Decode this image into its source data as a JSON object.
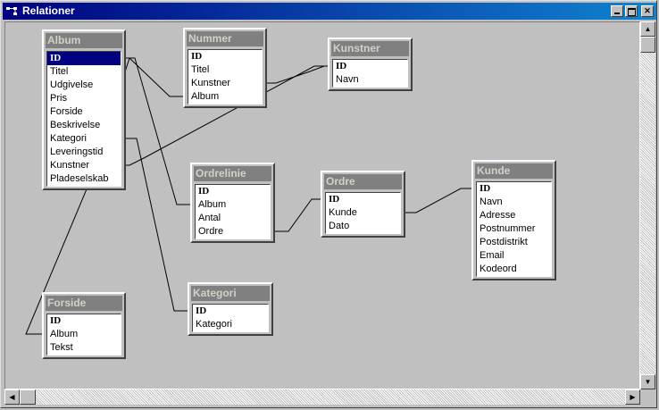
{
  "window": {
    "title": "Relationer"
  },
  "tables": [
    {
      "id": "album",
      "name": "Album",
      "fields": [
        "ID",
        "Titel",
        "Udgivelse",
        "Pris",
        "Forside",
        "Beskrivelse",
        "Kategori",
        "Leveringstid",
        "Kunstner",
        "Pladeselskab"
      ],
      "selected_field": "ID"
    },
    {
      "id": "nummer",
      "name": "Nummer",
      "fields": [
        "ID",
        "Titel",
        "Kunstner",
        "Album"
      ]
    },
    {
      "id": "kunstner",
      "name": "Kunstner",
      "fields": [
        "ID",
        "Navn"
      ]
    },
    {
      "id": "ordrelinie",
      "name": "Ordrelinie",
      "fields": [
        "ID",
        "Album",
        "Antal",
        "Ordre"
      ]
    },
    {
      "id": "ordre",
      "name": "Ordre",
      "fields": [
        "ID",
        "Kunde",
        "Dato"
      ]
    },
    {
      "id": "kunde",
      "name": "Kunde",
      "fields": [
        "ID",
        "Navn",
        "Adresse",
        "Postnummer",
        "Postdistrikt",
        "Email",
        "Kodeord"
      ]
    },
    {
      "id": "forside",
      "name": "Forside",
      "fields": [
        "ID",
        "Album",
        "Tekst"
      ]
    },
    {
      "id": "kategori",
      "name": "Kategori",
      "fields": [
        "ID",
        "Kategori"
      ]
    }
  ],
  "icons": {
    "minimize": "minimize-icon",
    "maximize": "maximize-icon",
    "close": "close-icon"
  }
}
